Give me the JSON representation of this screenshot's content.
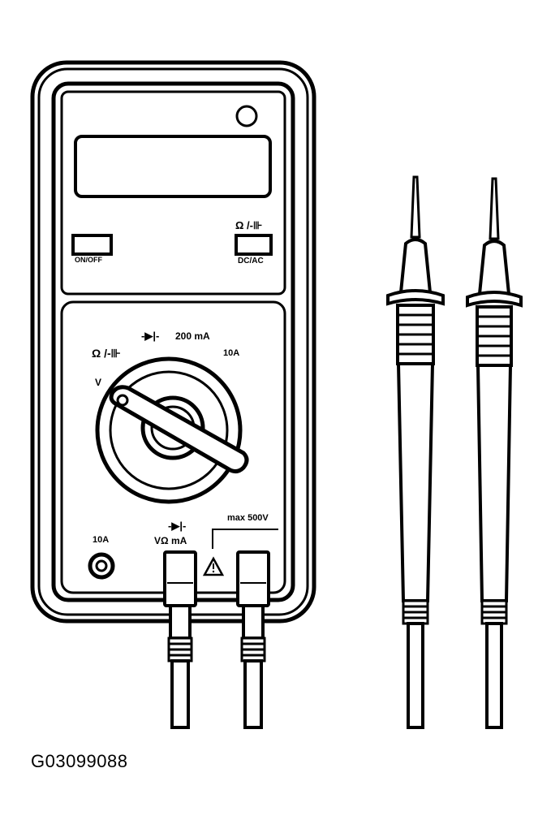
{
  "diagram": {
    "figure_id": "G03099088",
    "multimeter": {
      "on_off_label": "ON/OFF",
      "mode_symbol_label": "Ω /-⊪",
      "dc_ac_label": "DC/AC",
      "dial": {
        "ohm_label": "Ω /-⊪",
        "diode_label": "-▶|-",
        "ma_label": "200 mA",
        "ten_a_label": "10A",
        "v_label": "V"
      },
      "sockets": {
        "ten_a_label": "10A",
        "diode_label": "-▶|-",
        "v_ohm_ma_label": "VΩ mA",
        "max_label": "max 500V",
        "warning_symbol": "⚠"
      }
    },
    "icons": [
      "multimeter-icon",
      "test-lead-icon",
      "warning-triangle-icon",
      "rotary-dial-icon"
    ]
  }
}
